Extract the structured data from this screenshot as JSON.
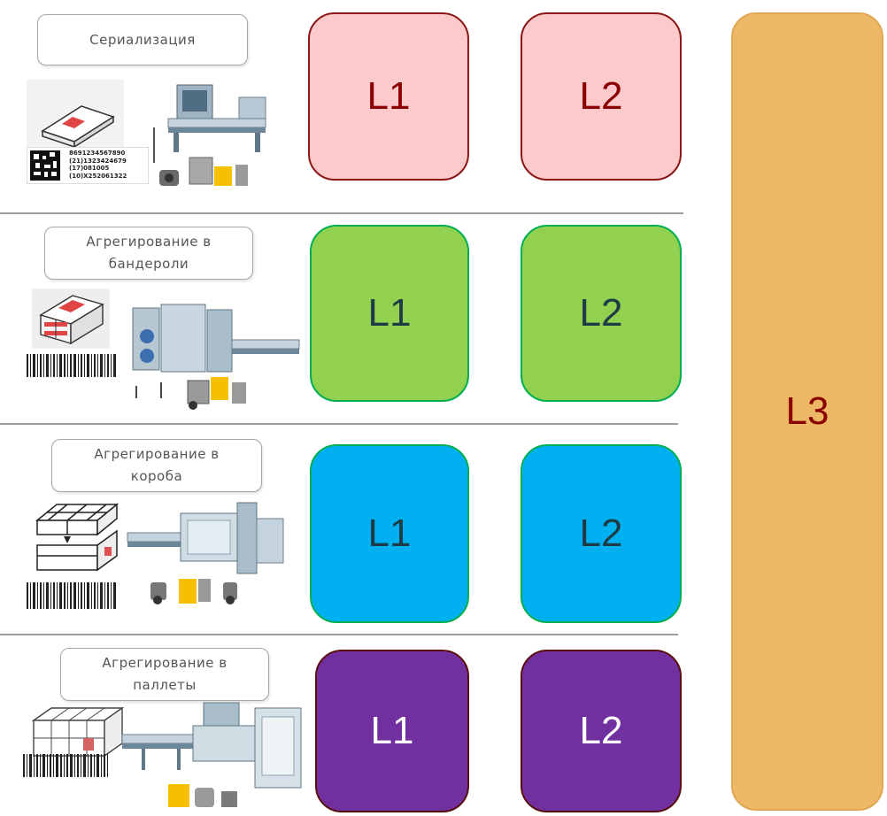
{
  "rows": [
    {
      "title_lines": [
        "Сериализация"
      ],
      "l1": "L1",
      "l2": "L2",
      "code_text": [
        "8691234567890",
        "(21)1323424679",
        "(17)081005",
        "(10)X252061322"
      ]
    },
    {
      "title_lines": [
        "Агрегирование  в",
        "бандероли"
      ],
      "l1": "L1",
      "l2": "L2"
    },
    {
      "title_lines": [
        "Агрегирование  в",
        "короба"
      ],
      "l1": "L1",
      "l2": "L2"
    },
    {
      "title_lines": [
        "Агрегирование  в",
        "паллеты"
      ],
      "l1": "L1",
      "l2": "L2"
    }
  ],
  "l3": "L3",
  "colors": {
    "pink": "#fccaca",
    "green": "#92d050",
    "blue": "#00b0f0",
    "purple": "#7030a0",
    "orange": "#ecb865"
  },
  "icons": [
    "package-box-icon",
    "datamatrix-code-icon",
    "barcode-icon",
    "box-stack-icon",
    "pallet-icon",
    "serialization-machine-illustration",
    "aggregation-machine-illustration",
    "palletizer-machine-illustration"
  ]
}
